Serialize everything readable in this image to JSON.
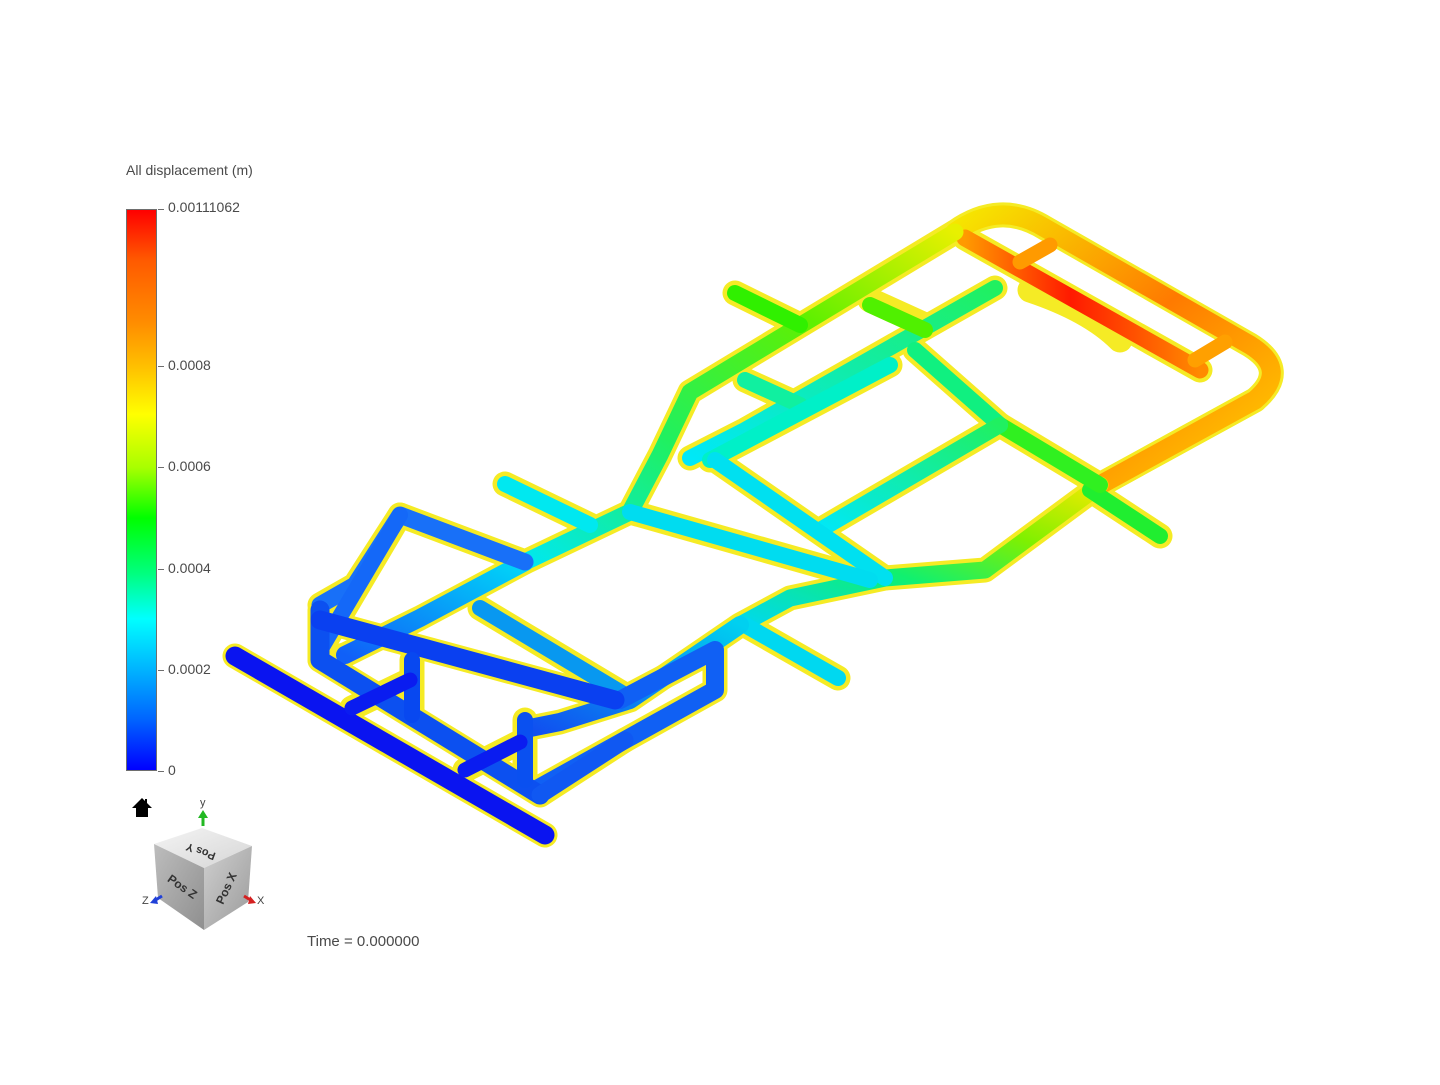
{
  "legend": {
    "title": "All displacement (m)",
    "max_label": "0.00111062",
    "ticks": [
      {
        "label": "0.00111062",
        "value": 0.00111062
      },
      {
        "label": "0.0008",
        "value": 0.0008
      },
      {
        "label": "0.0006",
        "value": 0.0006
      },
      {
        "label": "0.0004",
        "value": 0.0004
      },
      {
        "label": "0.0002",
        "value": 0.0002
      },
      {
        "label": "0",
        "value": 0
      }
    ],
    "colormap": [
      "#0000ff",
      "#0064ff",
      "#00b4ff",
      "#00ffff",
      "#00ff80",
      "#00ff00",
      "#a8ff00",
      "#ffff00",
      "#ffc000",
      "#ff8c00",
      "#ff5a00",
      "#ff0000"
    ]
  },
  "navigation": {
    "home_icon": "home-icon",
    "viewcube": {
      "top_face": "Pos Y",
      "front_face": "Pos Z",
      "right_face": "Pos X",
      "axes": {
        "x": "X",
        "y": "y",
        "z": "Z"
      },
      "axis_colors": {
        "x": "#d42020",
        "y": "#22b822",
        "z": "#2040d8"
      }
    }
  },
  "status": {
    "time": "Time = 0.000000"
  },
  "viewport": {
    "model": "tubular-chassis-frame",
    "outline_color": "#f4e800"
  }
}
